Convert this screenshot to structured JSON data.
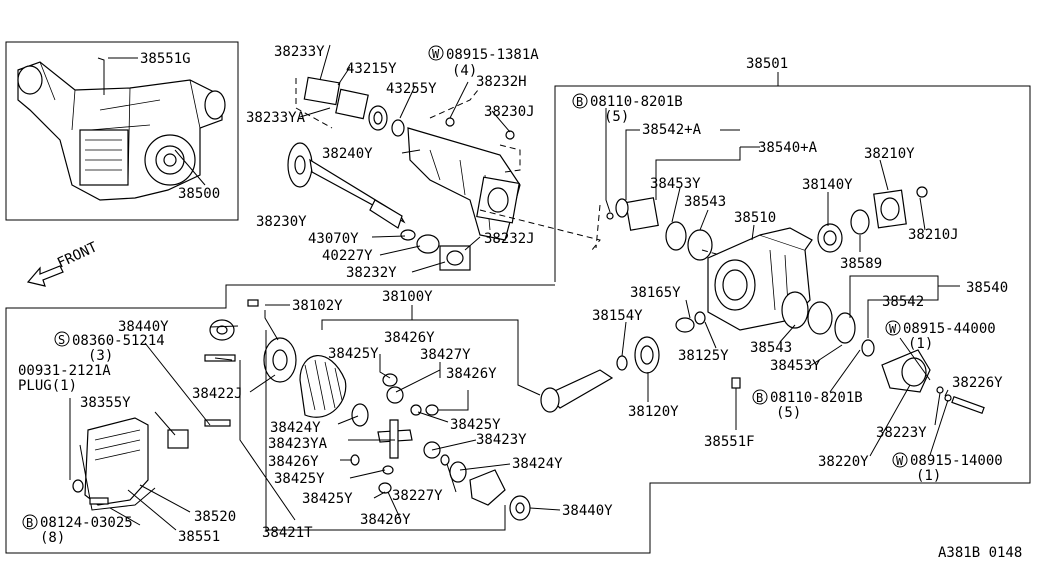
{
  "diagram": {
    "drawing_code": "A381B 0148",
    "front_label": "FRONT",
    "labels": {
      "p38551G": "38551G",
      "p38500": "38500",
      "p38233Y_a": "38233Y",
      "p43215Y": "43215Y",
      "p08915_1381A": "08915-1381A",
      "q4": "(4)",
      "p38232H": "38232H",
      "p43255Y": "43255Y",
      "p38233YA": "38233YA",
      "p38230J": "38230J",
      "p38240Y": "38240Y",
      "p38230Y": "38230Y",
      "p43070Y": "43070Y",
      "p38232J": "38232J",
      "p40227Y": "40227Y",
      "p38232Y": "38232Y",
      "p38501": "38501",
      "p08110_8201B_a": "08110-8201B",
      "q5_a": "(5)",
      "p38542A": "38542+A",
      "p38540A": "38540+A",
      "p38210Y": "38210Y",
      "p38453Y_a": "38453Y",
      "p38543_a": "38543",
      "p38140Y": "38140Y",
      "p38510": "38510",
      "p38210J": "38210J",
      "p38589": "38589",
      "p38540": "38540",
      "p38542": "38542",
      "p08915_44000": "08915-44000",
      "q1_a": "(1)",
      "p38226Y": "38226Y",
      "p38165Y": "38165Y",
      "p38154Y": "38154Y",
      "p38125Y": "38125Y",
      "p38543_b": "38543",
      "p38453Y_b": "38453Y",
      "p08110_8201B_b": "08110-8201B",
      "q5_b": "(5)",
      "p38223Y": "38223Y",
      "p38120Y": "38120Y",
      "p38551F": "38551F",
      "p38220Y": "38220Y",
      "p08915_14000": "08915-14000",
      "q1_b": "(1)",
      "p38102Y": "38102Y",
      "p38100Y": "38100Y",
      "p38440Y_a": "38440Y",
      "p08360_51214": "08360-51214",
      "q3": "(3)",
      "p00931_2121A": "00931-2121A",
      "plug": "PLUG(1)",
      "p38355Y": "38355Y",
      "p38422J": "38422J",
      "p38426Y_a": "38426Y",
      "p38425Y_a": "38425Y",
      "p38427Y": "38427Y",
      "p38426Y_b": "38426Y",
      "p38424Y_a": "38424Y",
      "p38423YA": "38423YA",
      "p38426Y_c": "38426Y",
      "p38425Y_b": "38425Y",
      "p38425Y_c": "38425Y",
      "p38425Y_d": "38425Y",
      "p38423Y": "38423Y",
      "p38424Y_b": "38424Y",
      "p38227Y": "38227Y",
      "p38426Y_d": "38426Y",
      "p38440Y_b": "38440Y",
      "p38520": "38520",
      "p38551": "38551",
      "p38421T": "38421T",
      "p08124_03025": "08124-03025",
      "q8": "(8)"
    },
    "prefixes": {
      "W": "W",
      "B": "B",
      "S": "S"
    }
  }
}
